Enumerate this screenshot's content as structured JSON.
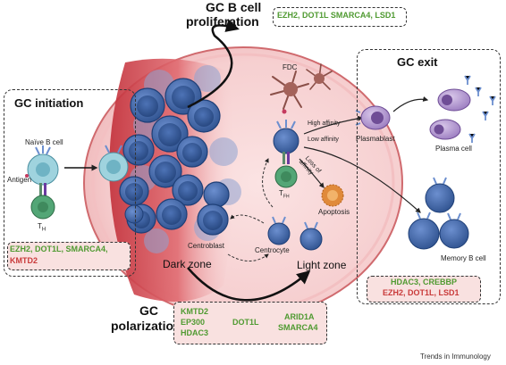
{
  "colors": {
    "green": "#4f9a31",
    "red": "#c93a3a",
    "cell_blue": "#3d64a8",
    "gc_pink": "#f6cfd0",
    "dark_zone": "#c9353d",
    "plasma_purple": "#8c5ea6",
    "fdc_brown": "#8a4f48",
    "naive_cyan": "#9fd3de",
    "th_green": "#53a676",
    "apoptosis_orange": "#e08a3a"
  },
  "gc_initiation": {
    "title": "GC initiation",
    "naive_label": "Naïve B cell",
    "antigen_label": "Antigen",
    "th_label": "T",
    "th_sub": "H",
    "factors_green": "EZH2, DOT1L, SMARCA4,",
    "factors_red": "KMTD2"
  },
  "gc_proliferation": {
    "title_line1": "GC B cell",
    "title_line2": "proliferation",
    "factors": "EZH2, DOT1L SMARCA4, LSD1"
  },
  "germinal_center": {
    "fdc_label": "FDC",
    "tfh_label": "T",
    "tfh_sub": "FH",
    "centroblast_label": "Centroblast",
    "centrocyte_label": "Centrocyte",
    "dark_zone_label": "Dark zone",
    "light_zone_label": "Light zone",
    "apoptosis_label": "Apoptosis",
    "high_affinity": "High affinity",
    "low_affinity": "Low affinity",
    "loss_of_affinity_1": "Loss of",
    "loss_of_affinity_2": "affinity"
  },
  "gc_exit": {
    "title": "GC exit",
    "plasmablast_label": "Plasmablast",
    "plasma_cell_label": "Plasma cell",
    "memory_label": "Memory B cell",
    "factors_green": "HDAC3, CREBBP",
    "factors_red": "EZH2, DOT1L, LSD1"
  },
  "gc_polarization": {
    "title_line1": "GC",
    "title_line2": "polarization",
    "group1": [
      "KMTD2",
      "EP300",
      "HDAC3"
    ],
    "group2": "DOT1L",
    "group3": [
      "ARID1A",
      "SMARCA4"
    ]
  },
  "credit": "Trends in Immunology"
}
